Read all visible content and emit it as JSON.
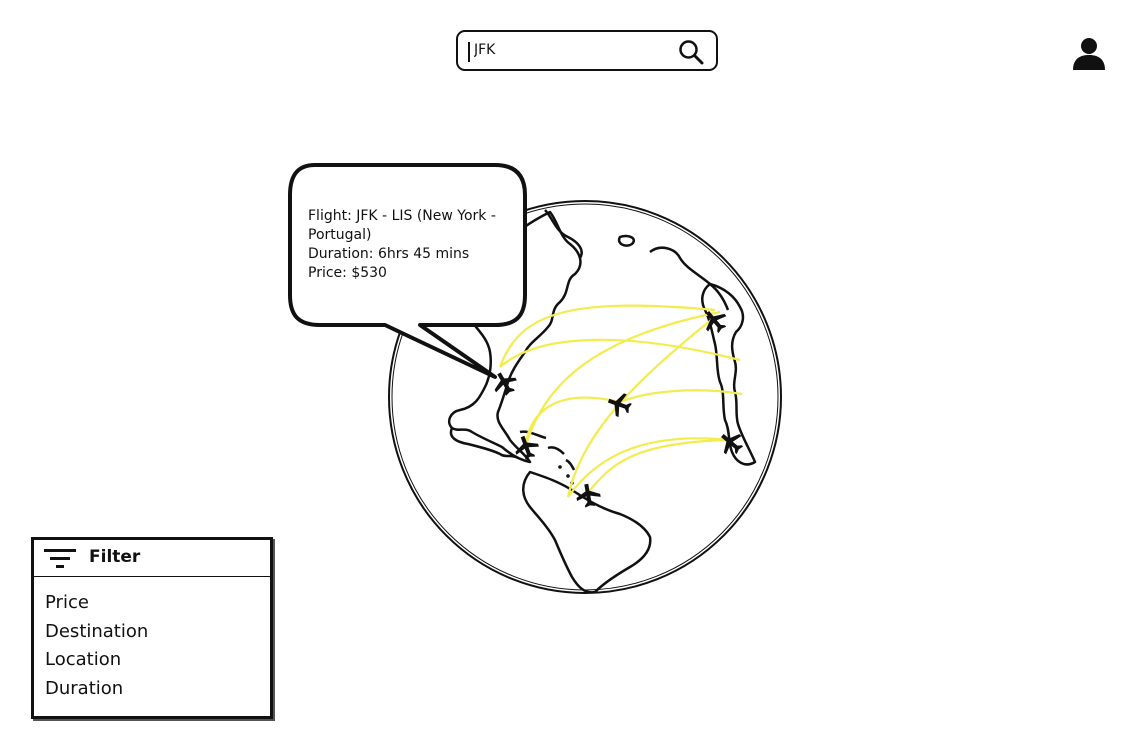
{
  "search": {
    "value": "JFK",
    "icon": "search-icon"
  },
  "header": {
    "avatar_icon": "user-icon"
  },
  "map": {
    "route_color": "#f2ec4e",
    "tooltip": {
      "line1": "Flight: JFK - LIS (New York -",
      "line2": "Portugal)",
      "line3": "Duration: 6hrs 45 mins",
      "line4": "Price: $530"
    }
  },
  "filter": {
    "title": "Filter",
    "icon": "filter-icon",
    "items": [
      {
        "label": "Price"
      },
      {
        "label": "Destination"
      },
      {
        "label": "Location"
      },
      {
        "label": "Duration"
      }
    ]
  }
}
